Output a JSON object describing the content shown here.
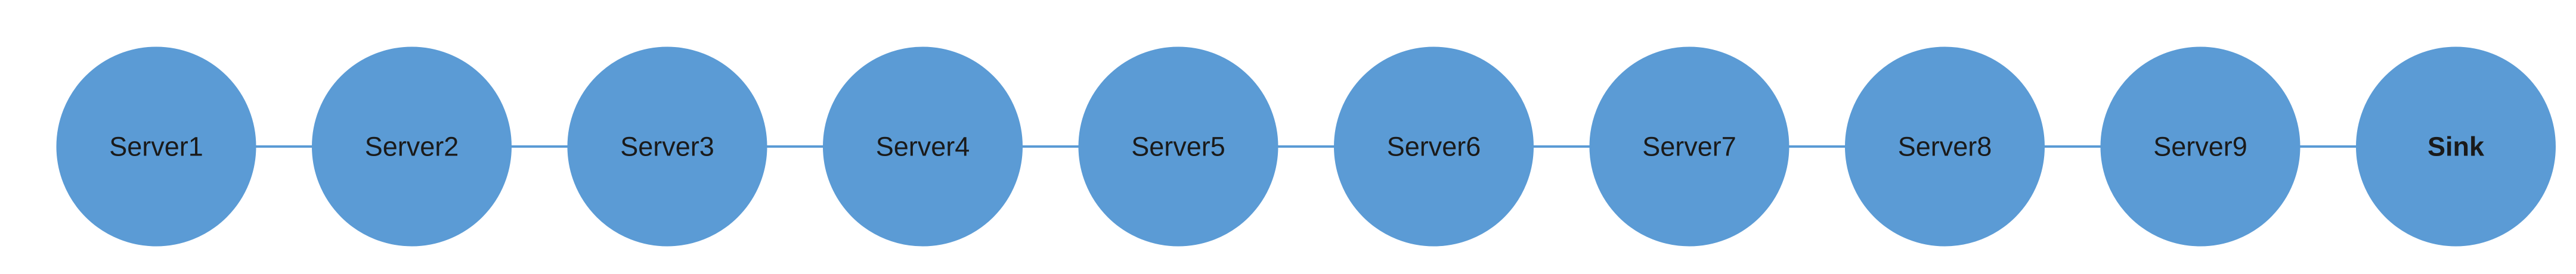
{
  "diagram": {
    "nodes": [
      {
        "label": "Server1",
        "bold": false
      },
      {
        "label": "Server2",
        "bold": false
      },
      {
        "label": "Server3",
        "bold": false
      },
      {
        "label": "Server4",
        "bold": false
      },
      {
        "label": "Server5",
        "bold": false
      },
      {
        "label": "Server6",
        "bold": false
      },
      {
        "label": "Server7",
        "bold": false
      },
      {
        "label": "Server8",
        "bold": false
      },
      {
        "label": "Server9",
        "bold": false
      },
      {
        "label": "Sink",
        "bold": true
      }
    ],
    "colors": {
      "node_fill": "#5b9bd5",
      "node_stroke": "#5b9bd5",
      "edge": "#5b9bd5",
      "label": "#1a1a1a",
      "background": "#ffffff"
    }
  }
}
